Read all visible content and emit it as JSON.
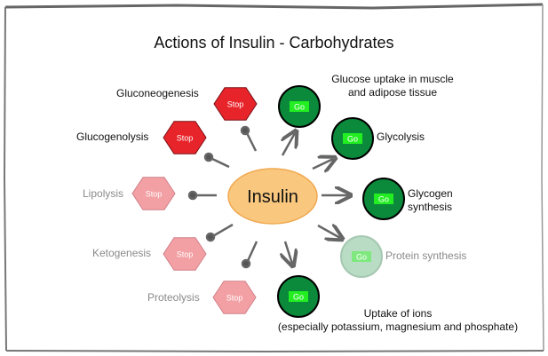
{
  "title": "Actions of Insulin - Carbohydrates",
  "center": {
    "label": "Insulin",
    "color": "#f9c77e"
  },
  "colors": {
    "stop_active": "#e8242b",
    "stop_faded": "#f3a0a4",
    "go_active": "#0b8a3c",
    "go_faded": "#b8dcc4",
    "go_badge": "#22ee22",
    "go_badge_faded": "#7fe87f",
    "connector": "#666666"
  },
  "inhibited": [
    {
      "label": "Gluconeogenesis",
      "badge": "Stop",
      "state": "active"
    },
    {
      "label": "Glucogenolysis",
      "badge": "Stop",
      "state": "active"
    },
    {
      "label": "Lipolysis",
      "badge": "Stop",
      "state": "faded"
    },
    {
      "label": "Ketogenesis",
      "badge": "Stop",
      "state": "faded"
    },
    {
      "label": "Proteolysis",
      "badge": "Stop",
      "state": "faded"
    }
  ],
  "stimulated": [
    {
      "label_lines": [
        "Glucose uptake in muscle",
        "and adipose tissue"
      ],
      "badge": "Go",
      "state": "active"
    },
    {
      "label_lines": [
        "Glycolysis"
      ],
      "badge": "Go",
      "state": "active"
    },
    {
      "label_lines": [
        "Glycogen",
        "synthesis"
      ],
      "badge": "Go",
      "state": "active"
    },
    {
      "label_lines": [
        "Protein synthesis"
      ],
      "badge": "Go",
      "state": "faded"
    },
    {
      "label_lines": [
        "Uptake of ions",
        "(especially potassium, magnesium and phosphate)"
      ],
      "badge": "Go",
      "state": "active"
    }
  ]
}
